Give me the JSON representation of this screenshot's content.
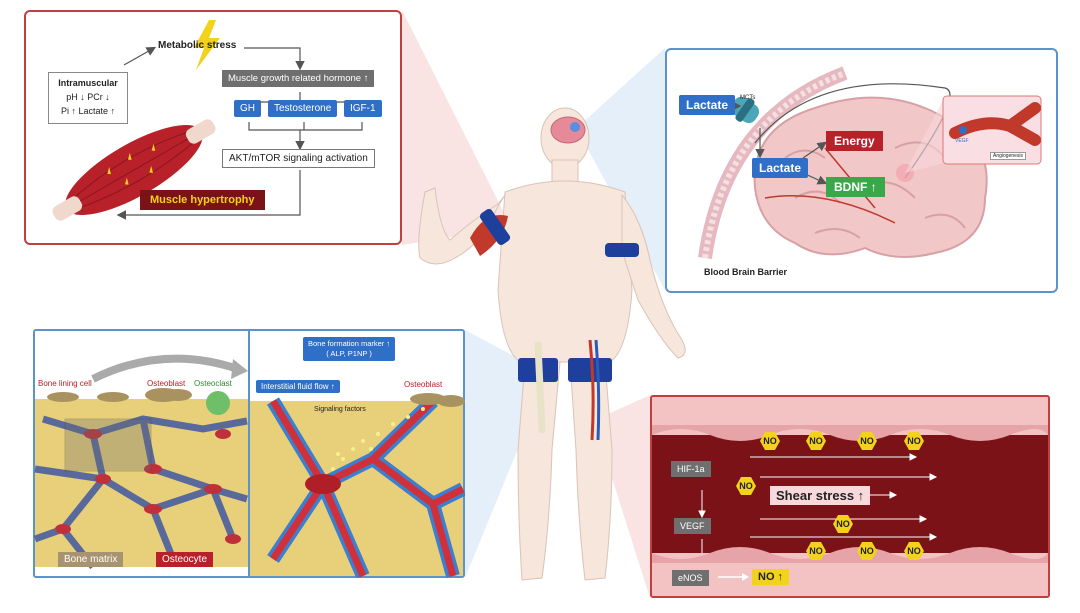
{
  "muscle_panel": {
    "metabolic_stress": "Metabolic stress",
    "intramuscular_title": "Intramuscular",
    "intramuscular_line1": "pH ↓  PCr ↓",
    "intramuscular_line2": "Pi ↑ Lactate ↑",
    "hormone_label": "Muscle growth related hormone ↑",
    "gh": "GH",
    "testosterone": "Testosterone",
    "igf1": "IGF-1",
    "akt": "AKT/mTOR signaling activation",
    "hypertrophy": "Muscle hypertrophy"
  },
  "brain_panel": {
    "lactate_top": "Lactate",
    "mcts": "MCTs",
    "lactate_mid": "Lactate",
    "energy": "Energy",
    "bdnf": "BDNF ↑",
    "bbb": "Blood Brain Barrier",
    "vegf_small": "VEGF",
    "angiogenesis": "Angiogenesis"
  },
  "bone_panel": {
    "bone_lining": "Bone lining cell",
    "osteoblast_left": "Osteoblast",
    "osteoclast": "Osteoclast",
    "bone_matrix": "Bone matrix",
    "osteocyte": "Osteocyte",
    "formation_line1": "Bone formation marker ↑",
    "formation_line2": "( ALP, P1NP )",
    "interstitial": "Interstitial fluid flow ↑",
    "osteoblast_right": "Osteoblast",
    "signaling": "Signaling factors"
  },
  "vessel_panel": {
    "no_label": "NO",
    "hif": "HIF-1a",
    "vegf": "VEGF",
    "shear": "Shear stress ↑",
    "enos": "eNOS",
    "no_up": "NO ↑"
  },
  "colors": {
    "muscle_red": "#b8202a",
    "blue_box": "#2f6fc7",
    "grey_box": "#6f6f6f",
    "green_box": "#3aa84a",
    "vessel_dark": "#7a1217",
    "no_yellow": "#f3d21c"
  }
}
